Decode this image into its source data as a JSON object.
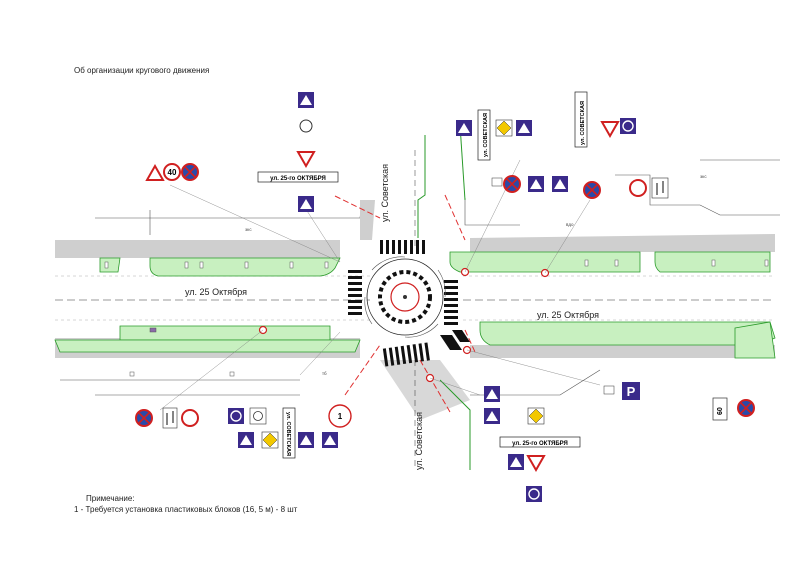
{
  "title": "Об организации кругового движения",
  "note": {
    "heading": "Примечание:",
    "line": "1 - Требуется установка пластиковых блоков (16, 5 м) - 8 шт"
  },
  "streets": {
    "main_left": "ул. 25 Октября",
    "main_right": "ул. 25 Октября",
    "cross_top": "ул. Советская",
    "cross_bottom": "ул. Советская"
  },
  "plates": {
    "sovetskaya": "ул. СОВЕТСКАЯ",
    "oktyabrya_top": "ул. 25-го ОКТЯБРЯ",
    "oktyabrya_bottom": "ул. 25-го ОКТЯБРЯ"
  },
  "speed": {
    "sign_40": "40",
    "sign_60": "60"
  },
  "marker": {
    "block_number": "1"
  },
  "labels": {
    "eks": "экс",
    "vdo": "вдо",
    "tb": "тб"
  },
  "colors": {
    "road": "#cfcfcf",
    "green": "#c8f0c0",
    "green_line": "#2a9a2a",
    "sign_blue": "#3a2a8a",
    "sign_red": "#d02020",
    "dash_red": "#e03030"
  }
}
